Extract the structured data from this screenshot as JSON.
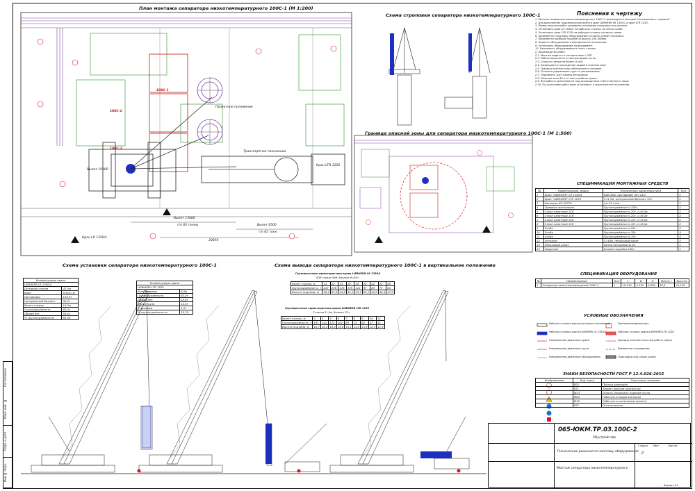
{
  "titles": {
    "plan": "План монтажа сепаратора низкотемпературного 100С-1 (М 1:200)",
    "sling": "Схема строповки сепаратора низкотемпературного 100С-1",
    "danger_zone": "Граница опасной зоны для сепаратора низкотемпературного 100С-1 (М 1:500)",
    "install": "Схема установки сепаратора низкотемпературного 100С-1",
    "lift": "Схема вывода сепаратора низкотемпературного 100С-1 в вертикальное положение",
    "notes": "Пояснения к чертежу"
  },
  "plan_labels": {
    "crane_lr": "Кран LR 1350/1",
    "crane_ltr": "Кран LTR 1220",
    "projected": "Проектное положение",
    "transport": "Транспортное положение",
    "vessel_a": "100С-1",
    "vessel_b": "100С-2",
    "vessel_c": "100С-3",
    "reach_1": "Вылет 15000",
    "reach_1b": "г/п 83 тонны",
    "reach_2": "Вылет 6500",
    "reach_2b": "г/п 65 тонн",
    "dim_1": "30850",
    "dim_2": "Вылет 16900"
  },
  "crane_cfg": {
    "title": "Конфигурация крана",
    "sub": "LIEBHERR LR 1350/1",
    "rows": [
      [
        "Основная стрела",
        "42,0м"
      ],
      [
        "Кран",
        "9,3х6,1м"
      ],
      [
        "Противовес",
        "158,0т"
      ],
      [
        "Центральный балласт",
        "30,0т"
      ],
      [
        "Вылет стрелы",
        "15,0м"
      ],
      [
        "Грузоподъёмность",
        "83,0т"
      ],
      [
        "Общий вес",
        "54,0т"
      ]
    ],
    "sum": "% грузоподъёмности",
    "sum_v": "65,06"
  },
  "crane_cfg2": {
    "title": "Конфигурация крана",
    "sub": "LIEBHERR LTR 1220",
    "rows": [
      [
        "Вылет стрелы",
        "6,5м"
      ],
      [
        "Грузоподъёмность",
        "65,0т"
      ],
      [
        "Общий вес",
        "18,8т"
      ],
      [
        "Масса груза",
        "14,0т"
      ],
      [
        "Строповка",
        "1,5т"
      ]
    ],
    "sum": "% грузоподъёмности",
    "sum_v": "18,76"
  },
  "load_table_1": {
    "title": "Грузовысотные характеристики крана LIEBHERR LR 1350/1",
    "sub": "SDB-стрела 56м, балласт В=85т",
    "r1": [
      "Вылет стрелы, м",
      "14",
      "12",
      "14",
      "16",
      "18",
      "20",
      "22",
      "24",
      "26"
    ],
    "r2": [
      "Грузоподъёмность, т",
      "247",
      "236",
      "178",
      "139",
      "112",
      "97",
      "83",
      "73",
      "64"
    ],
    "r3": [
      "Высота подъёма, м",
      "56,5",
      "55,5",
      "54,9",
      "54,1",
      "53,2",
      "52,1",
      "50,9",
      "49,4",
      "47,6"
    ]
  },
  "load_table_2": {
    "title": "Грузовысотные характеристики крана LIEBHERR LTR 1220",
    "sub": "T-стрела 11,9м, балласт 25т",
    "r1": [
      "Вылет стрелы, м",
      "3",
      "4",
      "5",
      "6",
      "7",
      "8",
      "9",
      "10",
      "11"
    ],
    "r2": [
      "Грузоподъёмность, т",
      "191",
      "151",
      "122",
      "102",
      "85",
      "74",
      "65",
      "57",
      "51"
    ],
    "r3": [
      "Высота подъёма, м",
      "16,7",
      "16,4",
      "16,0",
      "15,6",
      "15,1",
      "14,5",
      "13,8",
      "12,9",
      "11,9"
    ]
  },
  "spec_mount": {
    "title": "СПЕЦИФИКАЦИЯ МОНТАЖНЫХ СРЕДСТВ",
    "head": [
      "№",
      "Наименование, марка",
      "Техническая характеристика",
      "Кол"
    ],
    "rows": [
      [
        "1",
        "Кран \"LIEBHERR\" LR 1350/1",
        "SDB-56м, противовес 30+135т",
        "1"
      ],
      [
        "2",
        "Кран \"LIEBHERR\" LTR 1220",
        "T-11,9м, центральный балласт 25т",
        "1"
      ],
      [
        "3",
        "Автокран КС-45719",
        "г/п 25 тонн",
        "1"
      ],
      [
        "4",
        "Траверса монтажная",
        "Грузоподъёмность 100т",
        "1"
      ],
      [
        "5",
        "Строп канатный 1СК",
        "Грузоподъёмность 20т, L=6,0м",
        "2"
      ],
      [
        "6",
        "Строп канатный 1СК",
        "Грузоподъёмность 20т, L=8,0м",
        "2"
      ],
      [
        "7",
        "Строп канатный 1СК",
        "Грузоподъёмность 10т, L=4,0м",
        "2"
      ],
      [
        "8",
        "Строп канатный 1СК",
        "Грузоподъёмность 10т, L=6,0м",
        "2"
      ],
      [
        "9",
        "Скоба",
        "Грузоподъёмность 25т",
        "4"
      ],
      [
        "10",
        "Скоба",
        "Грузоподъёмность 35т",
        "4"
      ],
      [
        "11",
        "Скоба",
        "Грузоподъёмность 15т",
        "4"
      ],
      [
        "12",
        "Оттяжки",
        "L=40м, пеньковый канат",
        "2"
      ],
      [
        "13",
        "Пеньковый канат",
        "Нитки пеньковой ф 20",
        "1"
      ],
      [
        "14",
        "Гидролом",
        "Усилие подъёма 100т",
        "1"
      ]
    ]
  },
  "spec_equip": {
    "title": "СПЕЦИФИКАЦИЯ ОБОРУДОВАНИЯ",
    "head": [
      "№",
      "Наименование",
      "Кол",
      "L",
      "B",
      "H",
      "Масса,т",
      "Высота"
    ],
    "rows": [
      [
        "1",
        "Сепаратор низкотемпературный 100С-1",
        "1",
        "10,110",
        "3,330",
        "3,960",
        "40,0",
        "+0,150"
      ]
    ]
  },
  "legend": {
    "title": "УСЛОВНЫЕ ОБОЗНАЧЕНИЯ",
    "items": [
      [
        "Рабочая стоянка крана (исходное положение)",
        "Противопожарный щит"
      ],
      [
        "Рабочая стоянка крана LIEBHERR LR 1350/1",
        "Рабочая стоянка крана LIEBHERR LTR 1220"
      ],
      [
        "Направление движения крана",
        "Граница опасной зоны при работе крана"
      ],
      [
        "Направление движения груза",
        "Временное ограждение"
      ],
      [
        "Направление движения оборудования",
        "Подкладки под опоры крана"
      ]
    ]
  },
  "signs": {
    "title": "ЗНАКИ БЕЗОПАСНОСТИ ГОСТ Р 12.4.026-2015",
    "head": [
      "Изображение",
      "Код знака",
      "Смысловое значение"
    ],
    "rows": [
      [
        "",
        "P03",
        "Проход запрещён"
      ],
      [
        "",
        "P21",
        "Запрет (прочие опасности)"
      ],
      [
        "",
        "W13",
        "Опасно. Возможно падение груза"
      ],
      [
        "",
        "M04",
        "Работать в защитной каске"
      ],
      [
        "",
        "M19",
        "Работать в сигнальном жилете"
      ],
      [
        "",
        "F02",
        "Огнетушитель"
      ]
    ]
  },
  "notes": [
    "1. Монтаж сепаратора низкотемпературного 100С-1 производится методом \"скольжения с отрывом\".",
    "2. Для выполнения подъёма используются кран LIEBHERR LR 1350/1 и кран LTR 1220.",
    "3. Перед началом работ проверить основание площадки под краном.",
    "4. Установить кран LR 1350/1 на рабочую стоянку согласно схеме.",
    "5. Установить кран LTR 1220 на рабочую стоянку согласно схеме.",
    "6. Произвести строповку оборудования согласно схеме строповки.",
    "7. Произвести пробный подъём на высоту 200-300мм.",
    "8. Поднять оборудование в вертикальное положение.",
    "9. Установить оборудование на фундамент.",
    "10. Раскрепить оборудование и снять стропы.",
    "2. Производство работ",
    "2.1. Монтаж ведётся в соответствии с ППР.",
    "2.2. Работы выполнять в светлое время суток.",
    "2.3. Скорость ветра не более 10 м/с.",
    "2.4. Запрещается нахождение людей в опасной зоне.",
    "2.5. Граница опасной зоны обозначается знаками.",
    "2.6. Оттяжки удерживают груз от раскачивания.",
    "2.7. Поднимать груз плавно без рывков.",
    "2.8. Опасная зона 30 м от места работы крана.",
    "2.9. Все работы выполняются под руководством ответственного лица.",
    "2.10. По окончании работ кран установить в транспортное положение."
  ],
  "stamp": {
    "code": "065-ЮКМ.ТР.03.100С-2",
    "subject": "Обустройство",
    "desc": "Технические решения по монтажу оборудования",
    "stage": "Стадия",
    "stage_v": "Р",
    "sheet_t": "Лист",
    "sheets_t": "Листов",
    "name": "Монтаж сепаратора низкотемпературного",
    "format": "Формат А1"
  },
  "side": [
    "Инв.№ подл.",
    "Подп. и дата",
    "Взам. инв. №",
    "Согласовано"
  ]
}
